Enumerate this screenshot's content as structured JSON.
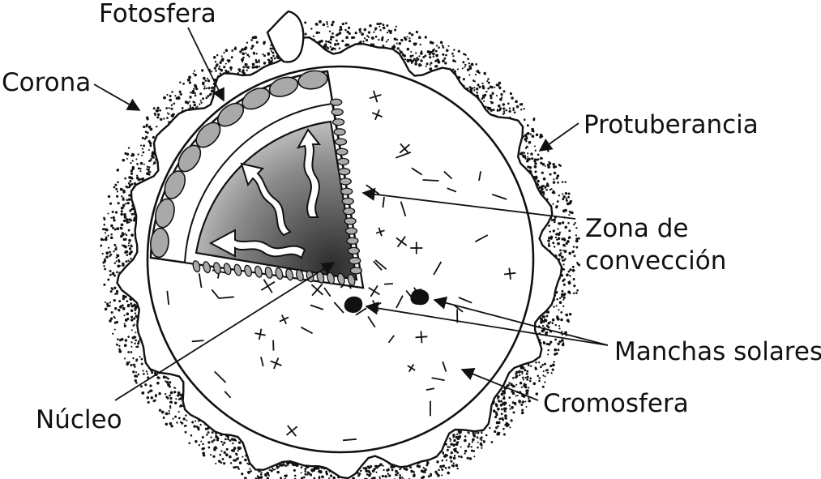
{
  "labels": {
    "fotosfera": "Fotosfera",
    "corona": "Corona",
    "protuberancia": "Protuberancia",
    "zona_line1": "Zona de",
    "zona_line2": "convección",
    "manchas": "Manchas solares",
    "cromosfera": "Cromosfera",
    "nucleo": "Núcleo"
  },
  "colors": {
    "ink": "#111111",
    "background": "#ffffff",
    "cell_fill": "#a9a9a9",
    "core_dark": "#2b2b2b",
    "core_light": "#f2f2f2"
  }
}
